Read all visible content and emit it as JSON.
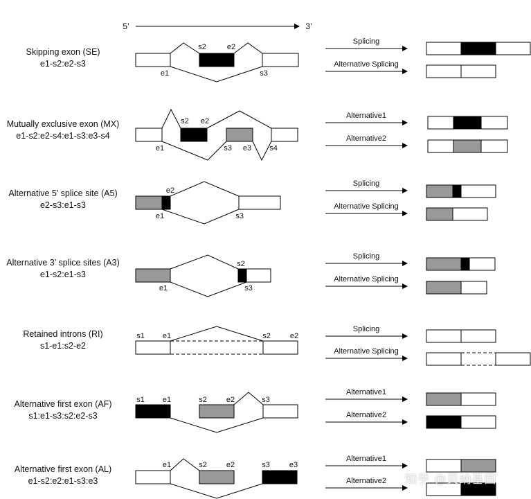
{
  "direction": {
    "left": "5’",
    "right": "3’"
  },
  "colors": {
    "black": "#000000",
    "gray": "#999999",
    "white": "#ffffff",
    "line": "#000000"
  },
  "rows": [
    {
      "id": "SE",
      "title": "Skipping exon (SE)",
      "code": "e1-s2:e2-s3",
      "arrows": [
        "Splicing",
        "Alternative Splicing"
      ],
      "labels": [
        "e1",
        "s2",
        "e2",
        "s3"
      ]
    },
    {
      "id": "MX",
      "title": "Mutually exclusive exon (MX)",
      "code": "e1-s2:e2-s4:e1-s3:e3-s4",
      "arrows": [
        "Alternative1",
        "Alternative2"
      ],
      "labels": [
        "e1",
        "s2",
        "e2",
        "s3",
        "e3",
        "s4"
      ]
    },
    {
      "id": "A5",
      "title": "Alternative 5’ splice site (A5)",
      "code": "e2-s3:e1-s3",
      "arrows": [
        "Splicing",
        "Alternative Splicing"
      ],
      "labels": [
        "e2",
        "e1",
        "s3"
      ]
    },
    {
      "id": "A3",
      "title": "Alternative 3’ splice sites (A3)",
      "code": "e1-s2:e1-s3",
      "arrows": [
        "Splicing",
        "Alternative Splicing"
      ],
      "labels": [
        "e1",
        "s2",
        "s3"
      ]
    },
    {
      "id": "RI",
      "title": "Retained introns (RI)",
      "code": "s1-e1:s2-e2",
      "arrows": [
        "Splicing",
        "Alternative Splicing"
      ],
      "labels": [
        "s1",
        "e1",
        "s2",
        "e2"
      ]
    },
    {
      "id": "AF",
      "title": "Alternative first exon (AF)",
      "code": "s1:e1-s3:s2:e2-s3",
      "arrows": [
        "Alternative1",
        "Alternative2"
      ],
      "labels": [
        "s1",
        "e1",
        "s2",
        "e2",
        "s3"
      ]
    },
    {
      "id": "AL",
      "title": "Alternative first exon (AL)",
      "code": "e1-s2:e2:e1-s3:e3",
      "arrows": [
        "Alternative1",
        "Alternative2"
      ],
      "labels": [
        "e1",
        "s2",
        "e2",
        "s3",
        "e3"
      ]
    }
  ],
  "watermark": "知乎 @贝纳基因"
}
